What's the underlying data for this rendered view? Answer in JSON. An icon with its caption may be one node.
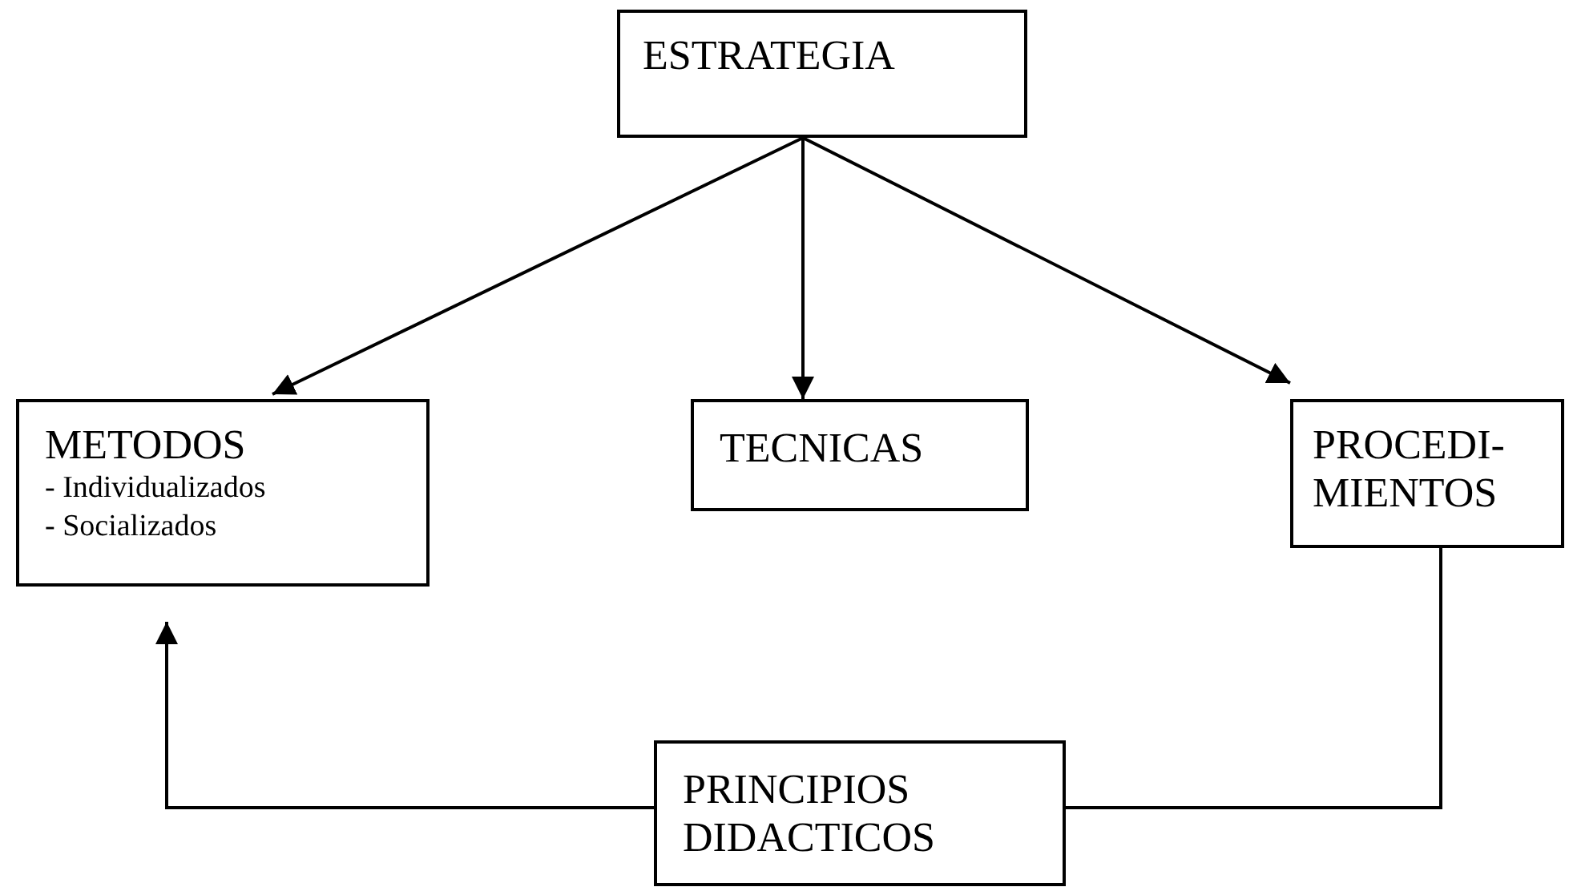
{
  "diagram": {
    "nodes": [
      {
        "text": [
          "ESTRATEGIA"
        ]
      },
      {
        "text": [
          "METODOS",
          "- Individualizados",
          "- Socializados"
        ]
      },
      {
        "text": [
          "TECNICAS"
        ]
      },
      {
        "text": [
          "PROCEDI- MIENTOS"
        ]
      },
      {
        "text": [
          "PRINCIPIOS DIDACTICOS"
        ]
      }
    ],
    "edges": [
      {
        "from": 0,
        "to": 1,
        "arrow": "to"
      },
      {
        "from": 0,
        "to": 2,
        "arrow": "to"
      },
      {
        "from": 0,
        "to": 3,
        "arrow": "to"
      },
      {
        "from": 4,
        "to": 1,
        "arrow": "to"
      },
      {
        "from": 3,
        "to": 4,
        "arrow": "none"
      }
    ]
  }
}
